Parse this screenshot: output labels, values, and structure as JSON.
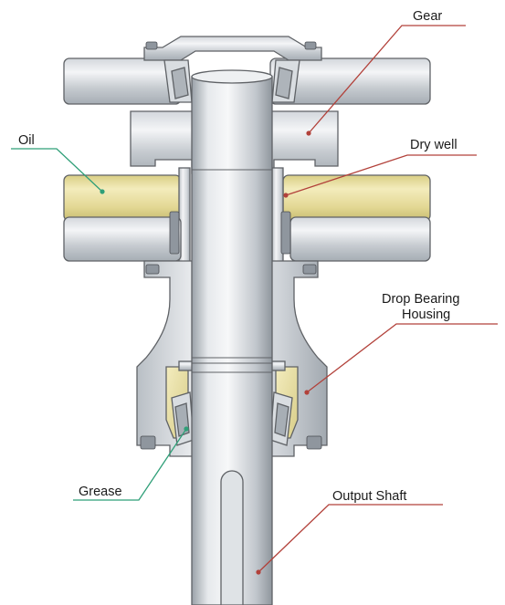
{
  "labels": {
    "gear": "Gear",
    "oil": "Oil",
    "dry_well": "Dry well",
    "drop_bearing_line1": "Drop Bearing",
    "drop_bearing_line2": "Housing",
    "grease": "Grease",
    "output_shaft": "Output Shaft"
  },
  "colors": {
    "leader_red": "#b2413a",
    "leader_green": "#2f9f78",
    "steel_light": "#eef0f2",
    "steel_mid": "#c7ccd1",
    "steel_dark": "#8d949c",
    "outline": "#5f6266",
    "oil_fill": "#e6dc98",
    "grease_fill": "#ece3a6"
  }
}
